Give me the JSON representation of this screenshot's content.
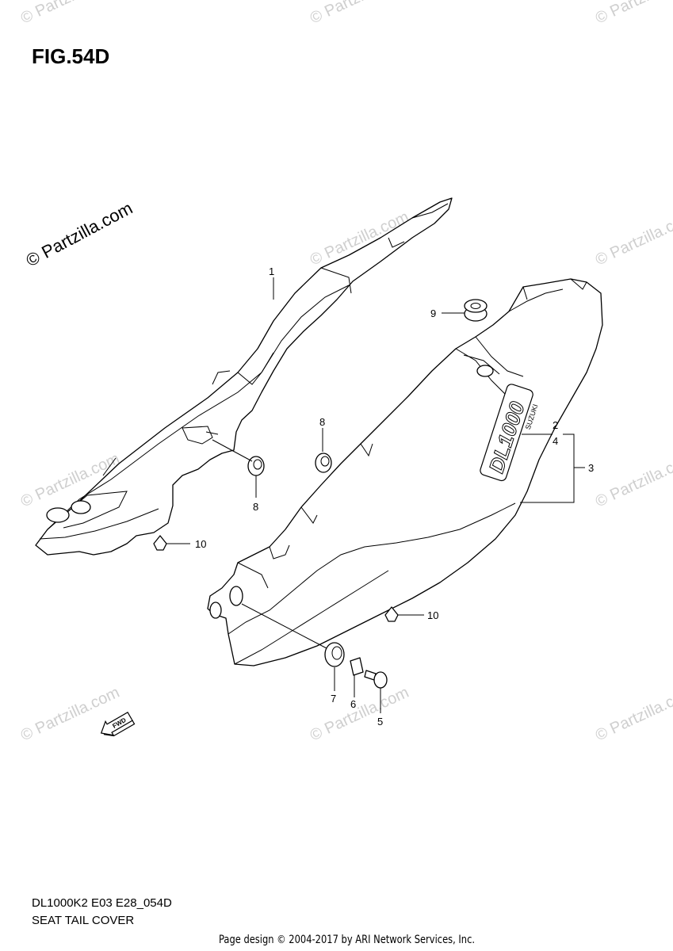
{
  "figure_title": "FIG.54D",
  "diagram_code": "DL1000K2 E03 E28_054D",
  "diagram_caption": "SEAT TAIL COVER",
  "footer": "Page design © 2004-2017 by ARI Network Services, Inc.",
  "watermark": "© Partzilla.com",
  "fwd_label": "FWD",
  "emblem_text": "DL1000",
  "emblem_subtext": "SUZUKI",
  "callouts": {
    "c1": "1",
    "c2": "2",
    "c3": "3",
    "c4": "4",
    "c5": "5",
    "c6": "6",
    "c7": "7",
    "c8a": "8",
    "c8b": "8",
    "c9": "9",
    "c10a": "10",
    "c10b": "10"
  }
}
